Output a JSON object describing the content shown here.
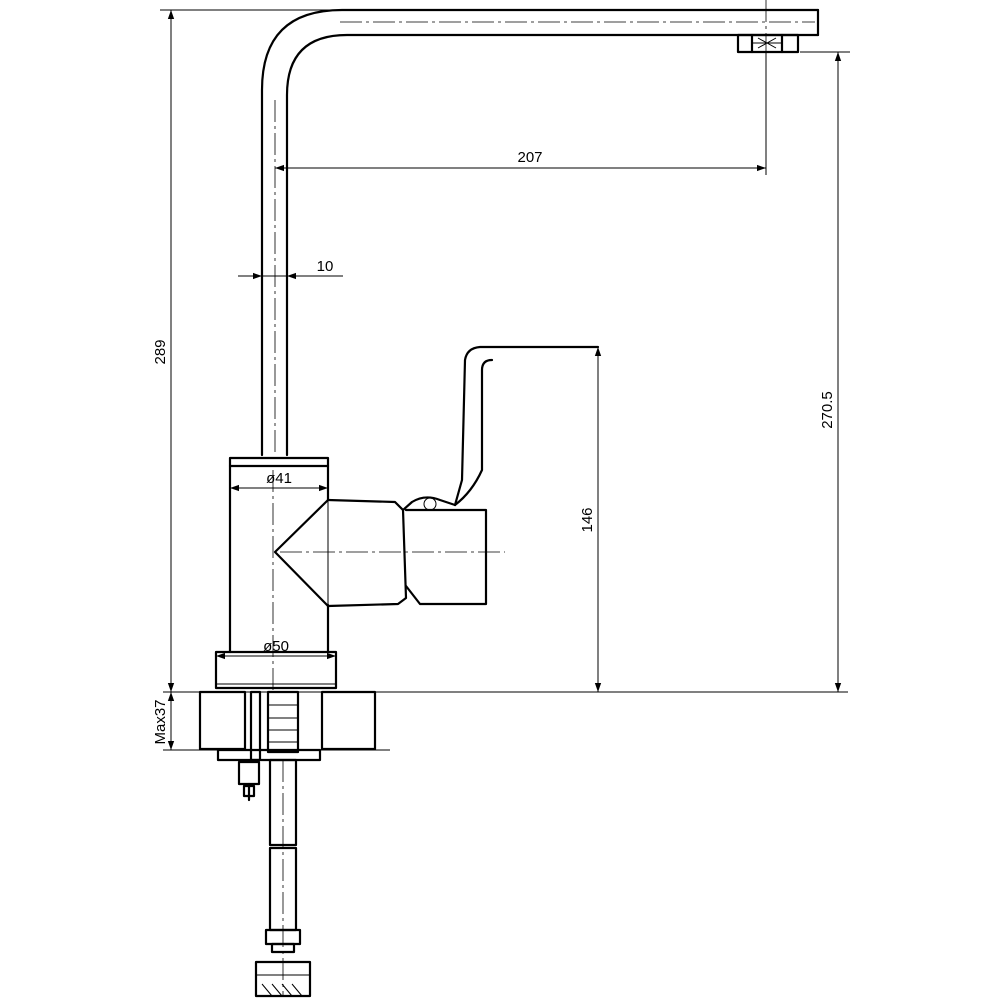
{
  "dimensions": {
    "total_height": "289",
    "spout_reach": "207",
    "spout_tube": "10",
    "spout_height": "270.5",
    "handle_height": "146",
    "body_diameter": "ø41",
    "base_diameter": "ø50",
    "max_countertop": "Max37"
  },
  "colors": {
    "line": "#000000",
    "background": "#ffffff"
  }
}
